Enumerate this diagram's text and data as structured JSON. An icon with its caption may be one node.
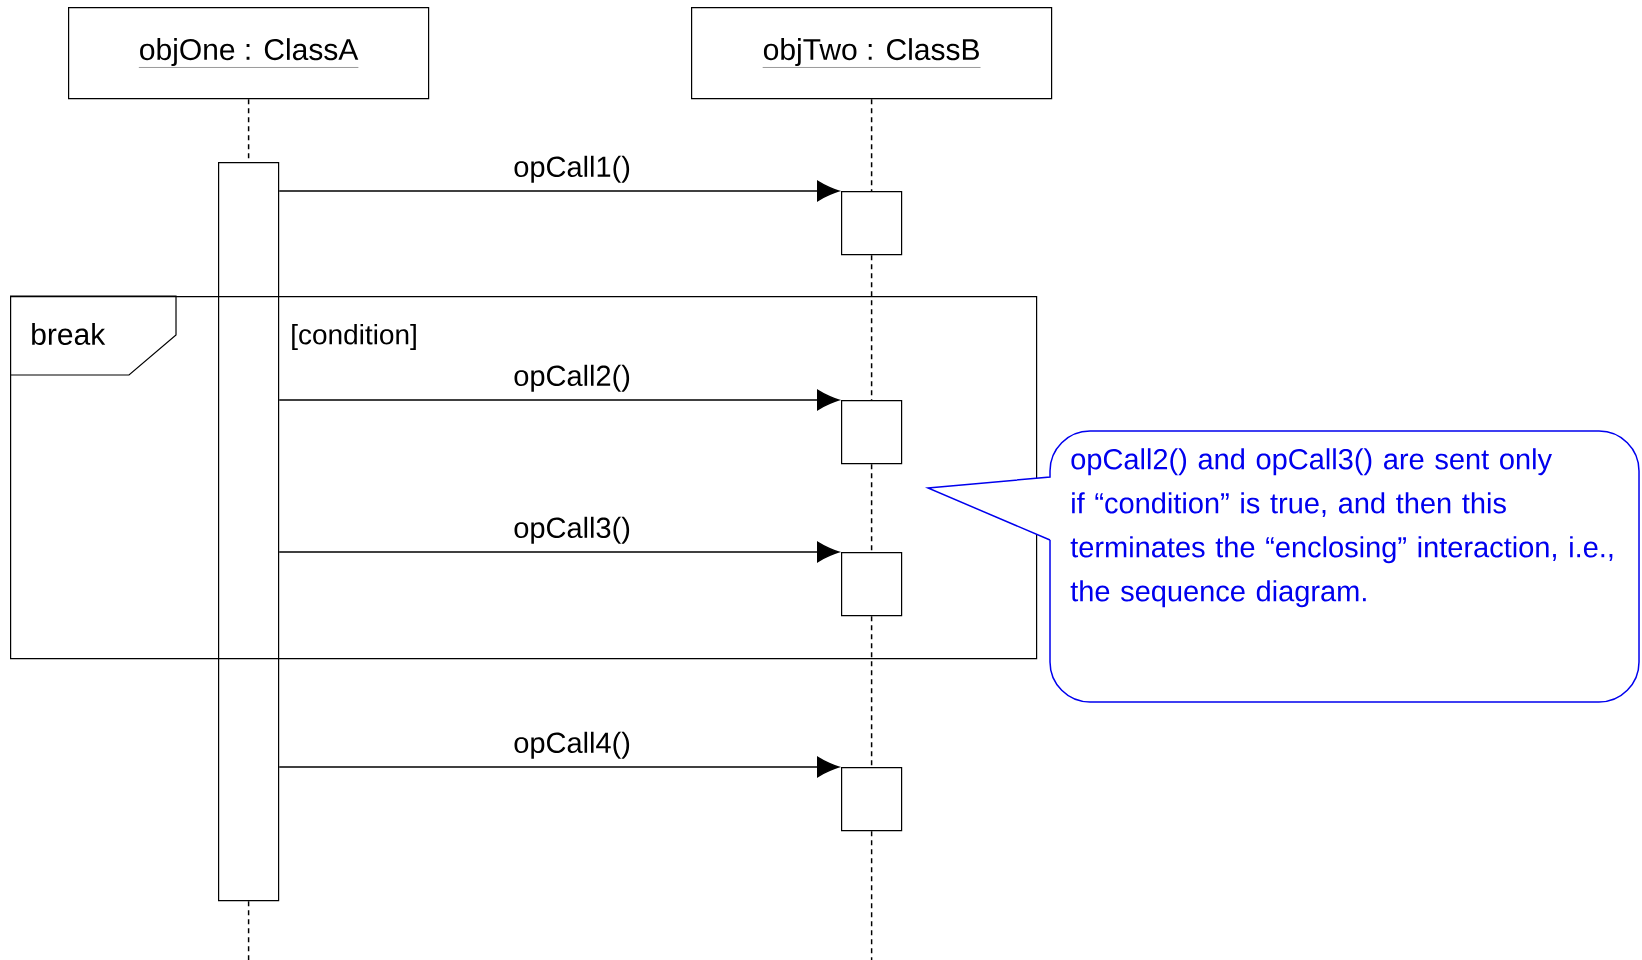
{
  "diagram": {
    "nodes": [
      {
        "text": [
          "objOne : ClassA"
        ]
      },
      {
        "text": [
          "objTwo : ClassB"
        ]
      },
      {
        "text": [],
        "shape": "bar"
      },
      {
        "text": [],
        "shape": "box"
      },
      {
        "text": [
          "break",
          "[condition]"
        ]
      },
      {
        "text": [],
        "shape": "box",
        "in": 4
      },
      {
        "text": [],
        "shape": "box",
        "in": 4
      },
      {
        "text": [],
        "shape": "box"
      },
      {
        "text": [
          "opCall2() and opCall3() are sent only if “condition” is true, and then this terminates the “enclosing” interaction, i.e., the sequence diagram."
        ]
      }
    ],
    "edges": [
      {
        "from": 0,
        "to": 2,
        "arrow": "none",
        "style": "dashed"
      },
      {
        "from": 2,
        "to": null,
        "arrow": "none",
        "style": "dashed"
      },
      {
        "from": 1,
        "to": 3,
        "arrow": "none",
        "style": "dashed"
      },
      {
        "from": 3,
        "to": 5,
        "arrow": "none",
        "style": "dashed"
      },
      {
        "from": 5,
        "to": 6,
        "arrow": "none",
        "style": "dashed"
      },
      {
        "from": 6,
        "to": 7,
        "arrow": "none",
        "style": "dashed"
      },
      {
        "from": 7,
        "to": null,
        "arrow": "none",
        "style": "dashed"
      },
      {
        "from": 2,
        "to": 3,
        "arrow": "to",
        "label": "opCall1()"
      },
      {
        "from": 2,
        "to": 5,
        "arrow": "to",
        "label": "opCall2()"
      },
      {
        "from": 2,
        "to": 6,
        "arrow": "to",
        "label": "opCall3()"
      },
      {
        "from": 2,
        "to": 7,
        "arrow": "to",
        "label": "opCall4()"
      }
    ]
  }
}
